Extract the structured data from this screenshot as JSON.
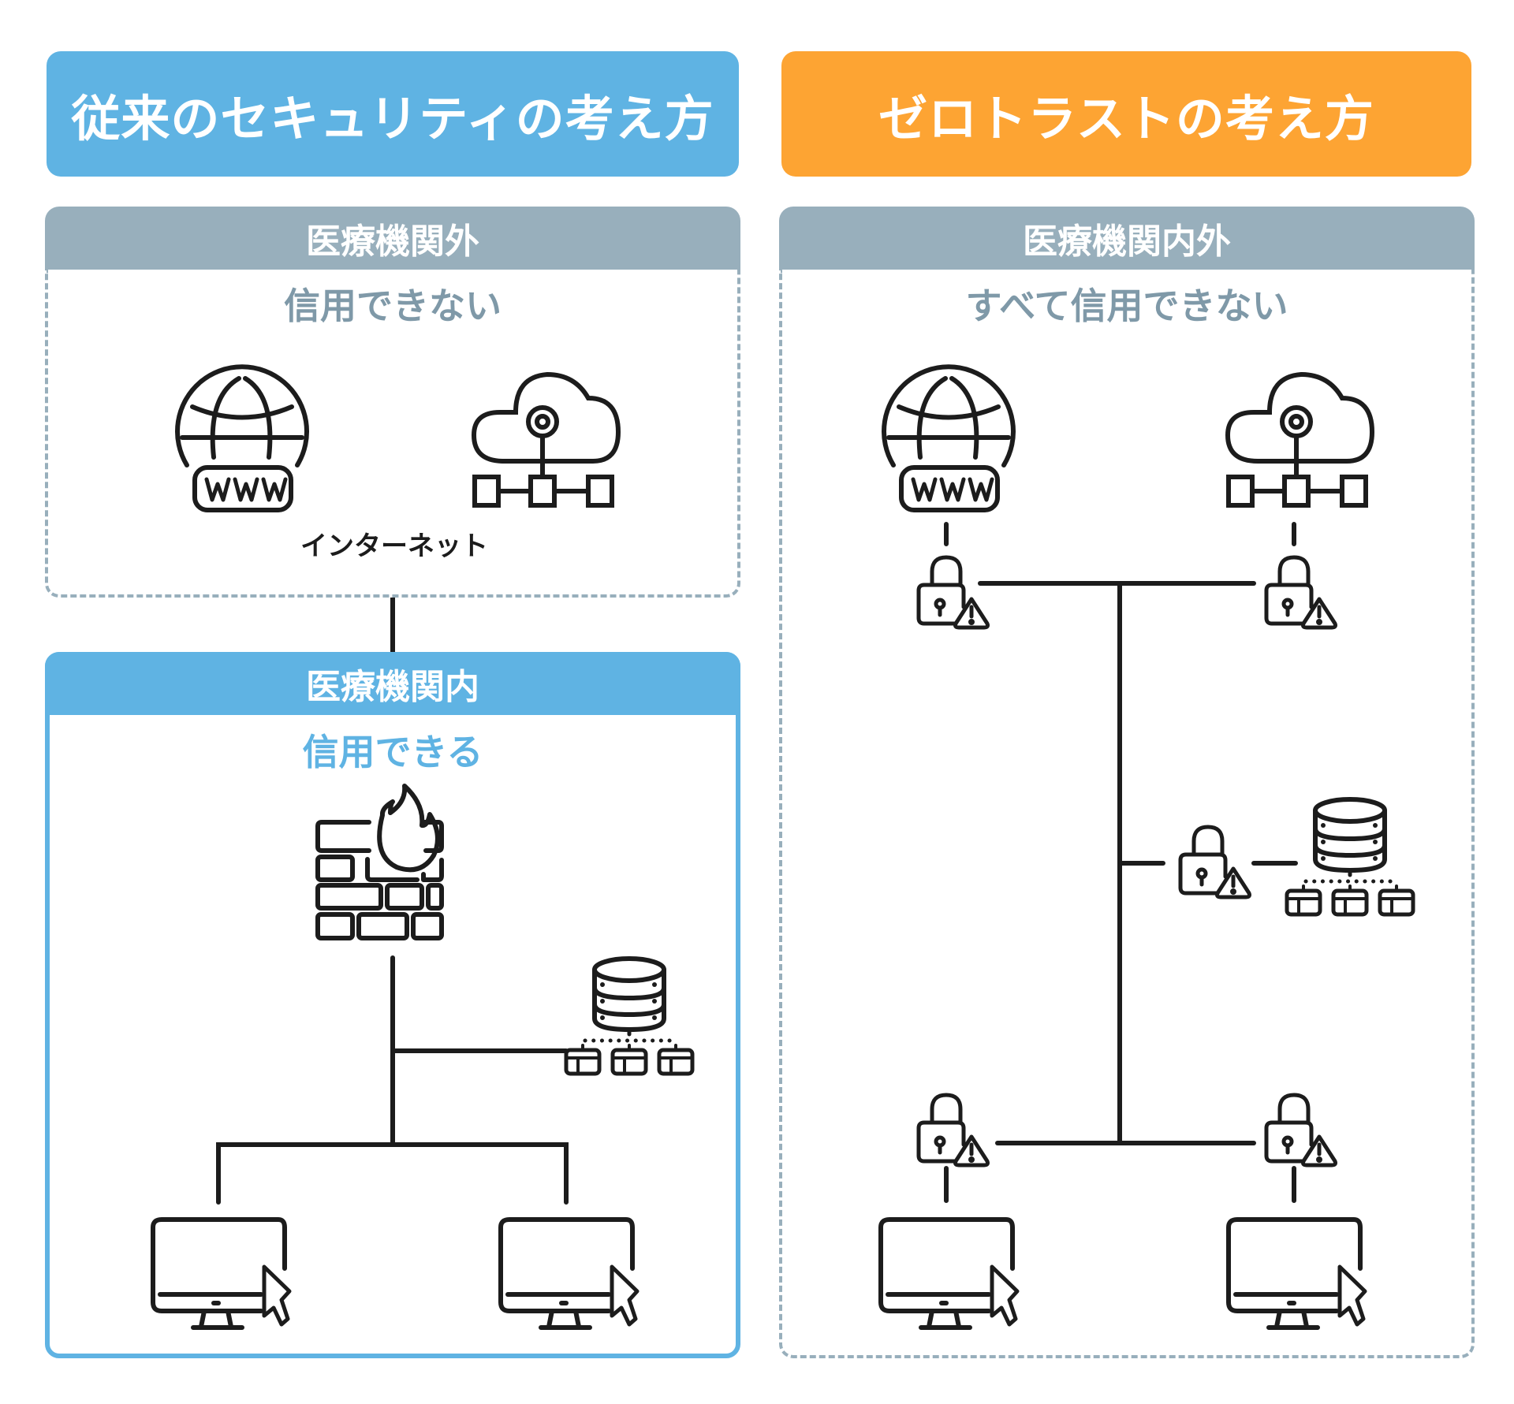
{
  "left": {
    "title": "従来のセキュリティの考え方",
    "outside_header": "医療機関外",
    "outside_status": "信用できない",
    "internet_label": "インターネット",
    "inside_header": "医療機関内",
    "inside_status": "信用できる"
  },
  "right": {
    "title": "ゼロトラストの考え方",
    "header": "医療機関内外",
    "status": "すべて信用できない"
  },
  "colors": {
    "traditional_accent": "#5fb3e3",
    "zero_trust_accent": "#fda433",
    "header_gray": "#98afbc",
    "status_gray": "#7f99a8",
    "line": "#1c1c1c"
  },
  "icons": {
    "left": [
      "globe-www-icon",
      "cloud-network-icon",
      "firewall-icon",
      "database-server-icon",
      "desktop-computer-icon",
      "desktop-computer-icon"
    ],
    "right": [
      "globe-www-icon",
      "cloud-network-icon",
      "lock-warning-icon",
      "lock-warning-icon",
      "lock-warning-icon",
      "database-server-icon",
      "lock-warning-icon",
      "lock-warning-icon",
      "desktop-computer-icon",
      "desktop-computer-icon"
    ]
  }
}
